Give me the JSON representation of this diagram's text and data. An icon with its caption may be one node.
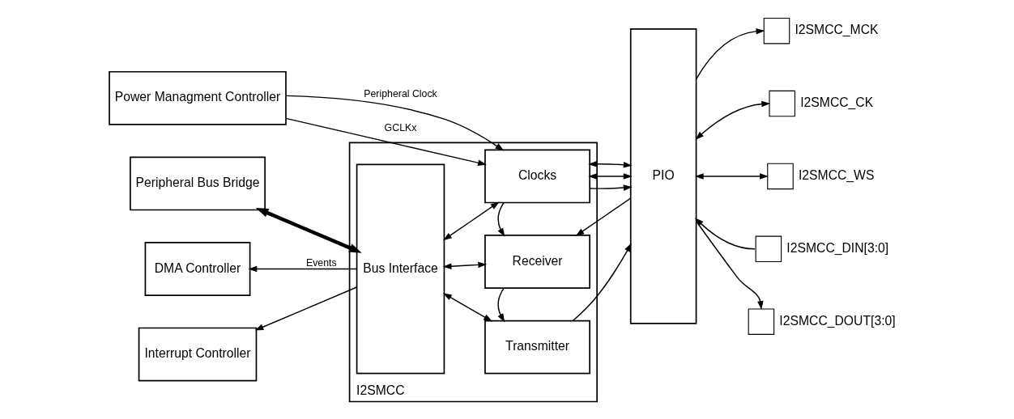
{
  "diagram": {
    "nodes": [
      {
        "text": [
          "Power Managment Controller"
        ]
      },
      {
        "text": [
          "Peripheral Bus Bridge"
        ]
      },
      {
        "text": [
          "DMA Controller"
        ]
      },
      {
        "text": [
          "Interrupt Controller"
        ]
      },
      {
        "text": [
          "I2SMCC"
        ]
      },
      {
        "text": [
          "Clocks"
        ],
        "in": 4
      },
      {
        "text": [
          "Bus Interface"
        ],
        "in": 4
      },
      {
        "text": [
          "Receiver"
        ],
        "in": 4
      },
      {
        "text": [
          "Transmitter"
        ],
        "in": 4
      },
      {
        "text": [
          "PIO"
        ]
      },
      {
        "text": [],
        "shape": "box",
        "beside": [
          "I2SMCC_MCK"
        ]
      },
      {
        "text": [],
        "shape": "box",
        "beside": [
          "I2SMCC_CK"
        ]
      },
      {
        "text": [],
        "shape": "box",
        "beside": [
          "I2SMCC_WS"
        ]
      },
      {
        "text": [],
        "shape": "box",
        "beside": [
          "I2SMCC_DIN[3:0]"
        ]
      },
      {
        "text": [],
        "shape": "box",
        "beside": [
          "I2SMCC_DOUT[3:0]"
        ]
      }
    ],
    "edges": [
      {
        "from": 0,
        "to": 5,
        "arrow": "to",
        "label": "GCLKx"
      },
      {
        "from": 0,
        "to": 5,
        "arrow": "to",
        "label": "Peripheral Clock"
      },
      {
        "from": 1,
        "to": 6,
        "arrow": "both",
        "style": "thick"
      },
      {
        "from": 6,
        "to": 2,
        "arrow": "to",
        "label": "Events"
      },
      {
        "from": 6,
        "to": 3,
        "arrow": "to"
      },
      {
        "from": 6,
        "to": 5,
        "arrow": "both"
      },
      {
        "from": 6,
        "to": 7,
        "arrow": "both"
      },
      {
        "from": 6,
        "to": 8,
        "arrow": "both"
      },
      {
        "from": 5,
        "to": 7,
        "arrow": "to"
      },
      {
        "from": 7,
        "to": 8,
        "arrow": "to"
      },
      {
        "from": 5,
        "to": 9,
        "arrow": "to"
      },
      {
        "from": 5,
        "to": 9,
        "arrow": "both"
      },
      {
        "from": 5,
        "to": 9,
        "arrow": "both"
      },
      {
        "from": 9,
        "to": 7,
        "arrow": "to"
      },
      {
        "from": 8,
        "to": 9,
        "arrow": "to"
      },
      {
        "from": 9,
        "to": 10,
        "arrow": "to"
      },
      {
        "from": 9,
        "to": 11,
        "arrow": "both"
      },
      {
        "from": 9,
        "to": 12,
        "arrow": "both"
      },
      {
        "from": 13,
        "to": 9,
        "arrow": "to"
      },
      {
        "from": 9,
        "to": 14,
        "arrow": "to"
      }
    ]
  }
}
